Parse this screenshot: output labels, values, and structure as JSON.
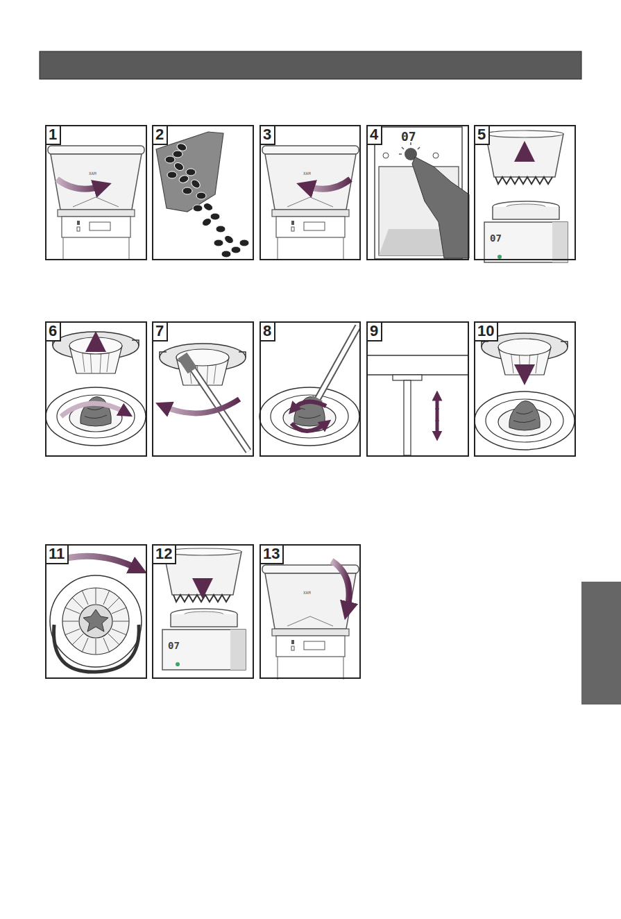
{
  "diagram": {
    "nodes": [
      {
        "text": [
          "1"
        ]
      },
      {
        "text": [
          "2"
        ]
      },
      {
        "text": [
          "3"
        ]
      },
      {
        "text": [
          "4"
        ]
      },
      {
        "text": [
          "5"
        ]
      },
      {
        "text": [
          "6"
        ]
      },
      {
        "text": [
          "7"
        ]
      },
      {
        "text": [
          "8"
        ]
      },
      {
        "text": [
          "9"
        ]
      },
      {
        "text": [
          "10"
        ]
      },
      {
        "text": [
          "11"
        ]
      },
      {
        "text": [
          "12"
        ]
      },
      {
        "text": [
          "13"
        ]
      }
    ],
    "labels": [
      "XAM",
      "XAM",
      "07",
      "07",
      "07",
      "XAM"
    ]
  }
}
